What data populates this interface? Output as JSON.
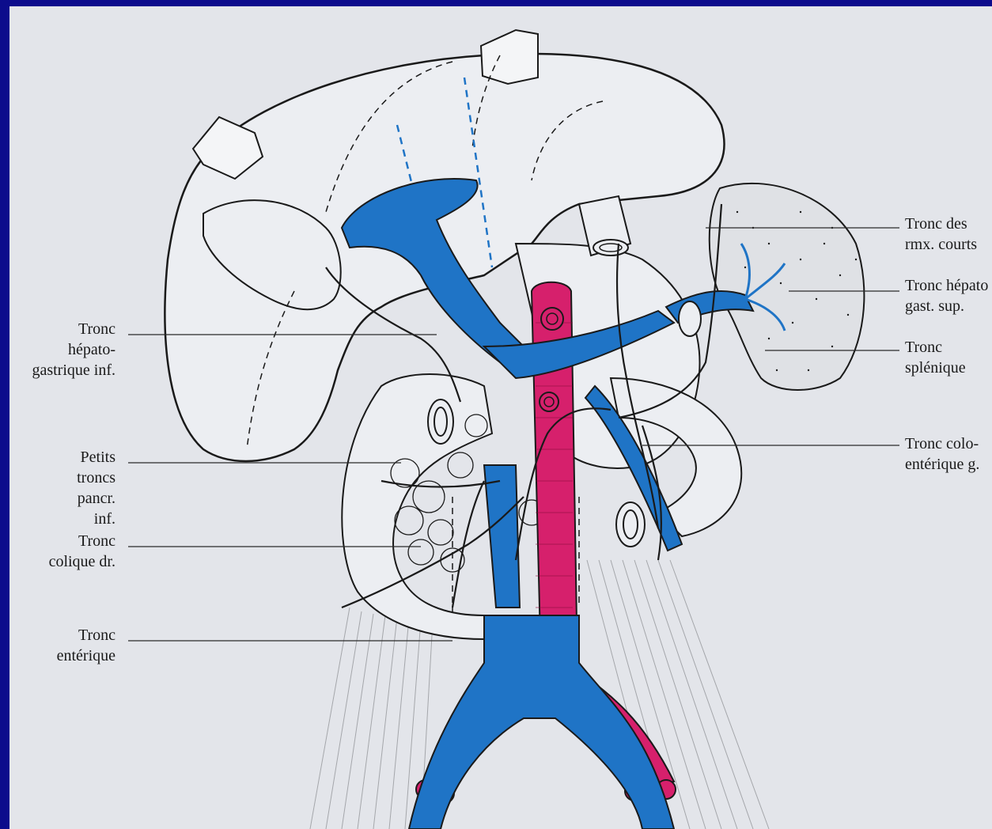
{
  "labels": {
    "left": [
      "Tronc\nhépato-\ngastrique inf.",
      "Petits\ntroncs\npancr.\ninf.",
      "Tronc\ncolique dr.",
      "Tronc\nentérique"
    ],
    "right": [
      "Tronc des\nrmx. courts",
      "Tronc hépato\ngast. sup.",
      "Tronc\nsplénique",
      "Tronc colo-\nentérique g."
    ]
  },
  "colors": {
    "frame_border": "#0c0c8c",
    "background": "#e3e5ea",
    "vein_blue": "#1f74c6",
    "artery_magenta": "#d6206c",
    "outline": "#1a1a1a"
  }
}
